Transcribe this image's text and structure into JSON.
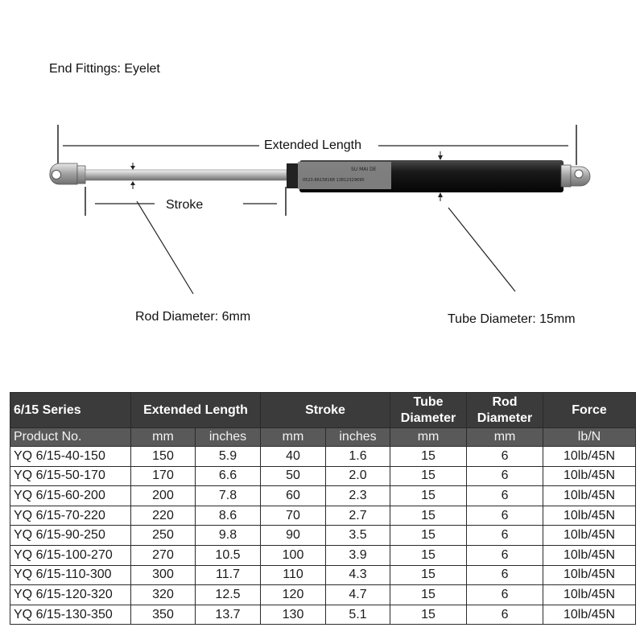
{
  "diagram": {
    "end_fittings_label": "End Fittings: Eyelet",
    "extended_length_label": "Extended Length",
    "stroke_label": "Stroke",
    "rod_diameter_label": "Rod Diameter: 6mm",
    "tube_diameter_label": "Tube Diameter: 15mm",
    "tube_print_line1": "SU MAI DE",
    "tube_print_line2": "0523-86158168 13812329690"
  },
  "table": {
    "header1": {
      "series": "6/15 Series",
      "extended_length": "Extended Length",
      "stroke": "Stroke",
      "tube_diameter_l1": "Tube",
      "tube_diameter_l2": "Diameter",
      "rod_diameter_l1": "Rod",
      "rod_diameter_l2": "Diameter",
      "force": "Force"
    },
    "header2": {
      "product_no": "Product No.",
      "ext_mm": "mm",
      "ext_inches": "inches",
      "stroke_mm": "mm",
      "stroke_inches": "inches",
      "tube_mm": "mm",
      "rod_mm": "mm",
      "force_unit": "lb/N"
    },
    "rows": [
      [
        "YQ 6/15-40-150",
        "150",
        "5.9",
        "40",
        "1.6",
        "15",
        "6",
        "10lb/45N"
      ],
      [
        "YQ 6/15-50-170",
        "170",
        "6.6",
        "50",
        "2.0",
        "15",
        "6",
        "10lb/45N"
      ],
      [
        "YQ 6/15-60-200",
        "200",
        "7.8",
        "60",
        "2.3",
        "15",
        "6",
        "10lb/45N"
      ],
      [
        "YQ 6/15-70-220",
        "220",
        "8.6",
        "70",
        "2.7",
        "15",
        "6",
        "10lb/45N"
      ],
      [
        "YQ 6/15-90-250",
        "250",
        "9.8",
        "90",
        "3.5",
        "15",
        "6",
        "10lb/45N"
      ],
      [
        "YQ 6/15-100-270",
        "270",
        "10.5",
        "100",
        "3.9",
        "15",
        "6",
        "10lb/45N"
      ],
      [
        "YQ 6/15-110-300",
        "300",
        "11.7",
        "110",
        "4.3",
        "15",
        "6",
        "10lb/45N"
      ],
      [
        "YQ 6/15-120-320",
        "320",
        "12.5",
        "120",
        "4.7",
        "15",
        "6",
        "10lb/45N"
      ],
      [
        "YQ 6/15-130-350",
        "350",
        "13.7",
        "130",
        "5.1",
        "15",
        "6",
        "10lb/45N"
      ]
    ]
  }
}
